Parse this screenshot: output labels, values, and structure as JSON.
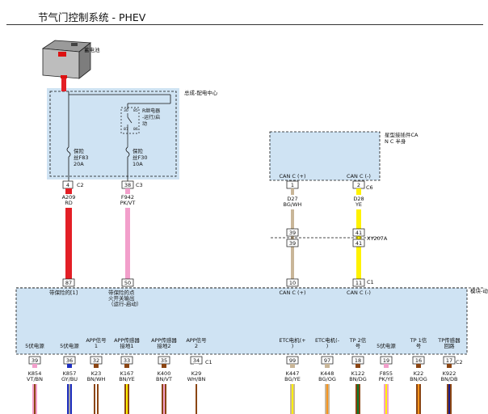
{
  "page": {
    "title": "节气门控制系统 - PHEV"
  },
  "battery": {
    "label": "蓄电池"
  },
  "distribution_center": {
    "label": "总成-配电中心"
  },
  "relay": {
    "lines": [
      "R继电器",
      "-运行/启",
      "动"
    ],
    "pins": [
      "30",
      "87",
      "85",
      "86"
    ]
  },
  "fuses": [
    {
      "lines": [
        "保险",
        "丝F83",
        "20A"
      ]
    },
    {
      "lines": [
        "保险",
        "丝F30",
        "10A"
      ]
    }
  ],
  "pdc_connectors": [
    {
      "pin": "4",
      "connector": "C2"
    },
    {
      "pin": "38",
      "connector": "C3"
    }
  ],
  "star_connector": {
    "lines": [
      "星型接插件CA",
      "N C 半身"
    ],
    "connector": "C6",
    "pins": [
      {
        "label": "CAN C (+)",
        "pin": "1"
      },
      {
        "label": "CAN C (-)",
        "pin": "2"
      }
    ]
  },
  "inline_connector": {
    "label": "XY207A"
  },
  "module": {
    "label": "模块-动",
    "connector_top": "C1",
    "connector_bottom": "C2"
  },
  "wires_upper": [
    {
      "code": "A209",
      "color": "RD",
      "hex": "#e31f26"
    },
    {
      "code": "F942",
      "color": "PK/VT",
      "hex": "#f29fcb"
    },
    {
      "code": "D27",
      "color": "BG/WH",
      "hex": "#c9b698"
    },
    {
      "code": "D28",
      "color": "YE",
      "hex": "#fff200"
    }
  ],
  "inline_pins": [
    [
      "39",
      "39"
    ],
    [
      "41",
      "41"
    ]
  ],
  "module_top_pins": [
    {
      "pin": "87",
      "lines": [
        "带保险的[1]"
      ]
    },
    {
      "pin": "50",
      "lines": [
        "带保险的点",
        "火开关输出",
        "（运行-启动）"
      ]
    },
    {
      "pin": "10",
      "lines": [
        "CAN C (+)"
      ]
    },
    {
      "pin": "11",
      "lines": [
        "CAN C (-)"
      ]
    }
  ],
  "module_bottom_pins": [
    {
      "pin": "39",
      "lines": [
        "5伏电源"
      ],
      "code": "K854",
      "color": "VT/BN",
      "stripes": [
        "#f29fcb",
        "#8b4513"
      ]
    },
    {
      "pin": "36",
      "lines": [
        "5伏电源"
      ],
      "code": "K857",
      "color": "GY/BU",
      "stripes": [
        "#1f2fbf",
        "#a0a0a0"
      ]
    },
    {
      "pin": "32",
      "lines": [
        "APP信号",
        "1"
      ],
      "code": "K23",
      "color": "BN/WH",
      "stripes": [
        "#8b4513",
        "#ffffff"
      ]
    },
    {
      "pin": "33",
      "lines": [
        "APP传感器",
        "接地1"
      ],
      "code": "K167",
      "color": "BN/YE",
      "stripes": [
        "#8b4513",
        "#fff200"
      ]
    },
    {
      "pin": "35",
      "lines": [
        "APP传感器",
        "接地2"
      ],
      "code": "K400",
      "color": "BN/VT",
      "stripes": [
        "#8b4513",
        "#f29fcb"
      ]
    },
    {
      "pin": "34",
      "lines": [
        "APP信号",
        "2"
      ],
      "code": "K29",
      "color": "WH/BN",
      "stripes": [
        "#ffffff",
        "#8b4513"
      ]
    },
    {
      "pin": "99",
      "lines": [
        "ETC电机(+",
        ")"
      ],
      "code": "K447",
      "color": "BG/YE",
      "stripes": [
        "#c9b698",
        "#fff200"
      ]
    },
    {
      "pin": "97",
      "lines": [
        "ETC电机(-",
        ")"
      ],
      "code": "K448",
      "color": "BG/OG",
      "stripes": [
        "#c9b698",
        "#f7941d"
      ]
    },
    {
      "pin": "18",
      "lines": [
        "TP 2信",
        "号"
      ],
      "code": "K122",
      "color": "BN/DG",
      "stripes": [
        "#8b4513",
        "#0a7a2a"
      ]
    },
    {
      "pin": "19",
      "lines": [
        "5伏电源"
      ],
      "code": "F855",
      "color": "PK/YE",
      "stripes": [
        "#f29fcb",
        "#fff200"
      ]
    },
    {
      "pin": "16",
      "lines": [
        "TP 1信",
        "号"
      ],
      "code": "K22",
      "color": "BN/OG",
      "stripes": [
        "#8b4513",
        "#f7941d"
      ]
    },
    {
      "pin": "17",
      "lines": [
        "TP传感器",
        "回路"
      ],
      "code": "K922",
      "color": "BN/DB",
      "stripes": [
        "#8b4513",
        "#1a1a8a"
      ]
    }
  ]
}
